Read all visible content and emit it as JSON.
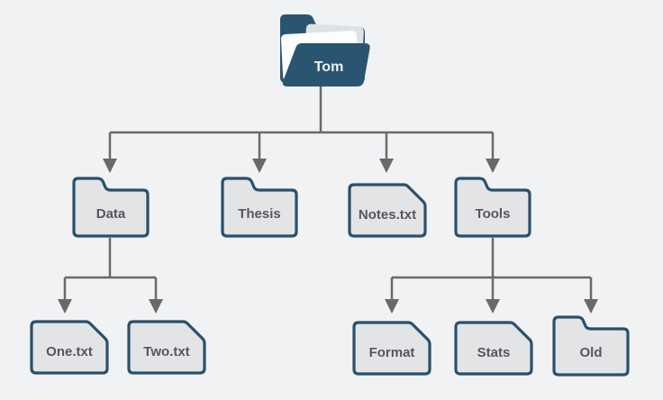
{
  "diagram": {
    "type": "file-system-tree",
    "background_color": "#f1f2f4",
    "connector_color": "#696969",
    "folder_accent_color": "#2a5571",
    "node_fill_color": "#e3e4e6",
    "node_border_color": "#28516d",
    "label_color": "#55575b",
    "root_label_color": "#eef1f3",
    "root": {
      "label": "Tom",
      "type": "open-folder"
    },
    "children": [
      {
        "label": "Data",
        "type": "folder"
      },
      {
        "label": "Thesis",
        "type": "folder"
      },
      {
        "label": "Notes.txt",
        "type": "file"
      },
      {
        "label": "Tools",
        "type": "folder"
      }
    ],
    "data_children": [
      {
        "label": "One.txt",
        "type": "file"
      },
      {
        "label": "Two.txt",
        "type": "file"
      }
    ],
    "tools_children": [
      {
        "label": "Format",
        "type": "file"
      },
      {
        "label": "Stats",
        "type": "file"
      },
      {
        "label": "Old",
        "type": "folder"
      }
    ]
  }
}
